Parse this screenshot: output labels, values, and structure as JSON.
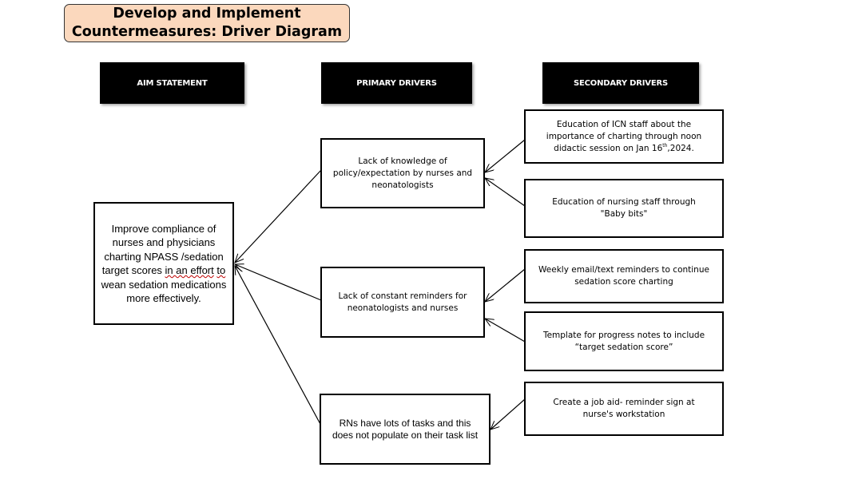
{
  "title": {
    "line1": "Develop and Implement",
    "line2": "Countermeasures: Driver Diagram"
  },
  "headers": {
    "aim": "AIM STATEMENT",
    "primary": "PRIMARY DRIVERS",
    "secondary": "SECONDARY DRIVERS"
  },
  "aim_statement": {
    "part1": "Improve compliance of nurses and physicians charting NPASS /sedation target scores ",
    "part2": "in an effort",
    "part3": " ",
    "part4": "to",
    "part5": " wean sedation medications more effectively."
  },
  "primary_drivers": [
    "Lack of knowledge of policy/expectation by nurses and neonatologists",
    "Lack of constant reminders for neonatologists and nurses",
    "RNs have lots of tasks and this does not populate on their task list"
  ],
  "secondary_drivers": {
    "s1": {
      "text": "Education of ICN staff about the importance of charting through noon didactic session on Jan 16",
      "sup": "th",
      "tail": ",2024."
    },
    "s2": "Education of nursing staff  through \"Baby bits\"",
    "s3": "Weekly email/text  reminders to continue sedation score charting",
    "s4": "Template for progress notes to include “target sedation score”",
    "s5": "Create a job aid- reminder sign at nurse's workstation"
  },
  "colors": {
    "title_fill": "#fbd8bd",
    "header_fill": "#000000",
    "spellcheck_underline": "#c00000"
  }
}
